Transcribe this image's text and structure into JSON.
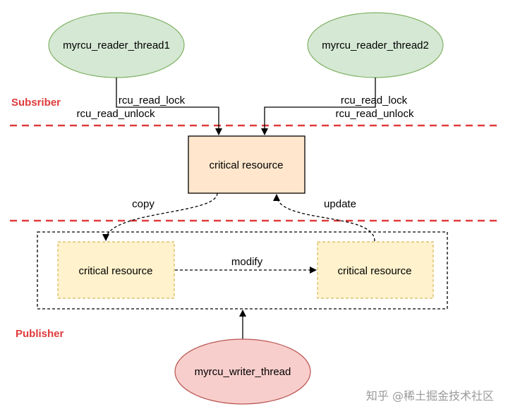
{
  "nodes": {
    "reader1": "myrcu_reader_thread1",
    "reader2": "myrcu_reader_thread2",
    "critical_top": "critical resource",
    "copy_left": "critical resource",
    "copy_right": "critical resource",
    "writer": "myrcu_writer_thread"
  },
  "sections": {
    "subscriber": "Subsriber",
    "publisher": "Publisher"
  },
  "edge_labels": {
    "reader1_lock": "rcu_read_lock",
    "reader1_unlock": "rcu_read_unlock",
    "reader2_lock": "rcu_read_lock",
    "reader2_unlock": "rcu_read_unlock",
    "copy": "copy",
    "update": "update",
    "modify": "modify"
  },
  "watermark": "知乎 @稀土掘金技术社区",
  "colors": {
    "reader_fill": "#d5e8d4",
    "reader_stroke": "#82b366",
    "writer_fill": "#f8cecc",
    "writer_stroke": "#b85450",
    "critical_fill": "#ffe6cc",
    "copy_fill": "#fff2cc",
    "copy_stroke": "#d6b656",
    "separator": "#e03b3b"
  }
}
